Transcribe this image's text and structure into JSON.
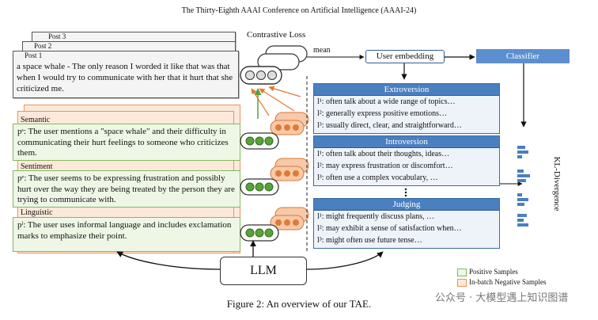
{
  "conference": "The Thirty-Eighth AAAI Conference on Artificial Intelligence (AAAI-24)",
  "posts": {
    "labels": [
      "Post 3",
      "Post 2",
      "Post 1"
    ],
    "text": "a space whale - The only reason I worded it like that was that when I would try to communicate with her that it hurt that she criticized me."
  },
  "contrastive_loss_label": "Contrastive Loss",
  "mean_label": "mean",
  "user_embedding_label": "User embedding",
  "classifier_label": "Classifier",
  "kl_divergence_label": "KL-Divergence",
  "llm_label": "LLM",
  "semantic": {
    "label": "Semantic",
    "text": "pˢ: The user mentions a \"space whale\" and their difficulty in communicating their hurt feelings to someone who criticizes them."
  },
  "sentiment": {
    "label": "Sentiment",
    "text": "pᵉ: The user seems to be expressing frustration and possibly hurt over the way they are being treated by the person they are trying to communicate with."
  },
  "linguistic": {
    "label": "Linguistic",
    "text": "pˡ: The user uses informal language and includes exclamation marks to emphasize their point."
  },
  "traits": [
    {
      "name": "Extroversion",
      "lines": [
        "l¹: often talk about a wide range of topics…",
        "l²: generally express positive emotions…",
        "l³: usually direct, clear, and straightforward…"
      ]
    },
    {
      "name": "Introversion",
      "lines": [
        "l¹: often talk about their thoughts, ideas…",
        "l²: may express frustration or discomfort…",
        "l³: often use a complex vocabulary, …"
      ]
    },
    {
      "name": "Judging",
      "lines": [
        "l¹: might frequently discuss plans, …",
        "l²: may exhibit a sense of satisfaction when…",
        "l³: might often use future tense…"
      ]
    }
  ],
  "legend": {
    "positive": "Positive Samples",
    "negative": "In-batch Negative Samples",
    "positive_color": "#86b85a",
    "negative_color": "#e9955a"
  },
  "watermark": "公众号 · 大模型遇上知识图谱",
  "caption": "Figure 2: An overview of our TAE."
}
